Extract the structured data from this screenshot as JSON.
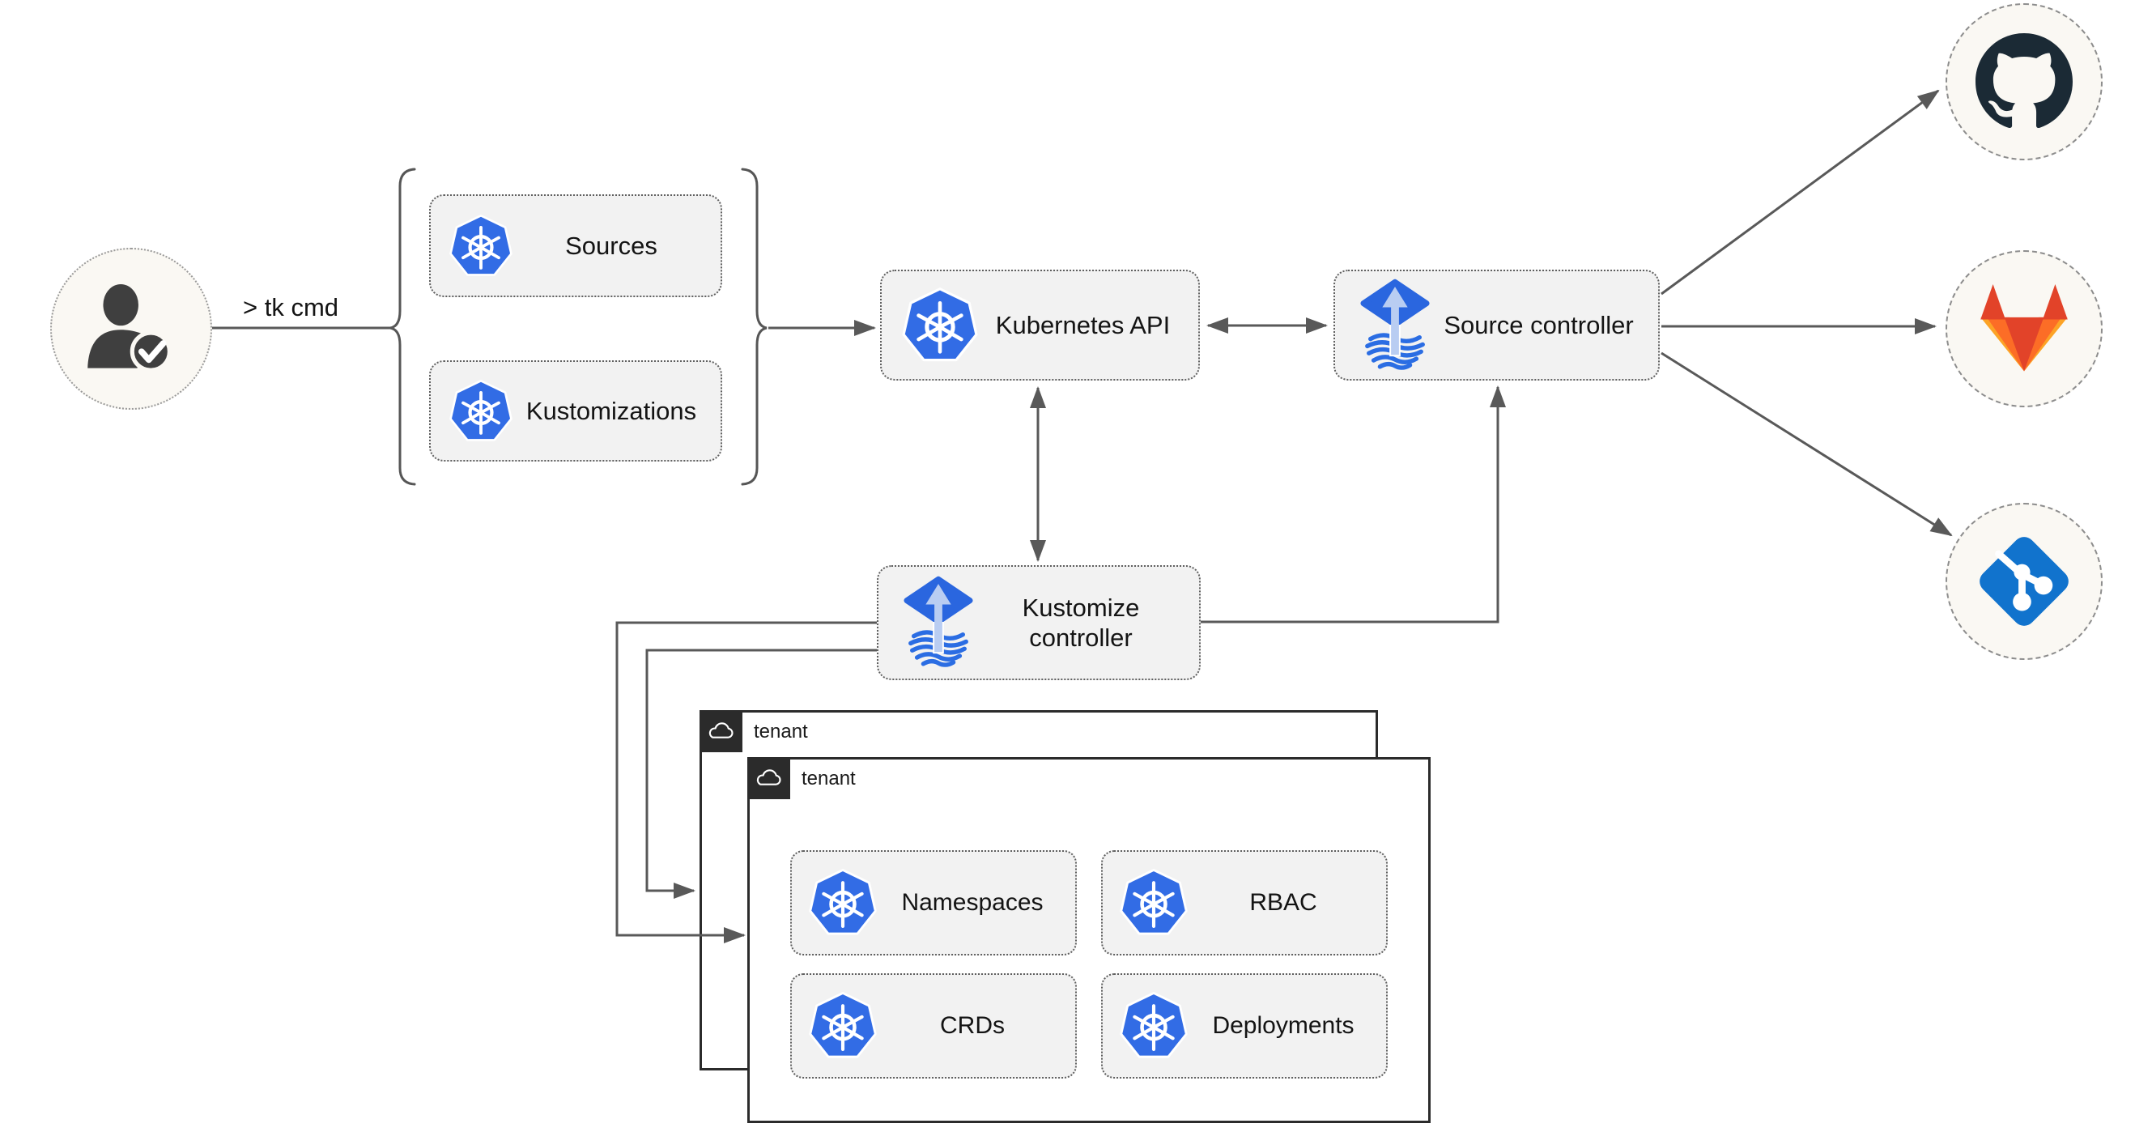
{
  "user": {
    "command_label": "> tk cmd"
  },
  "crd_group": {
    "items": [
      {
        "label": "Sources",
        "icon": "kubernetes-icon"
      },
      {
        "label": "Kustomizations",
        "icon": "kubernetes-icon"
      }
    ]
  },
  "cluster": {
    "kubernetes_api": {
      "label": "Kubernetes API",
      "icon": "kubernetes-icon"
    },
    "source_controller": {
      "label": "Source controller",
      "icon": "flux-icon"
    },
    "kustomize_controller": {
      "label": "Kustomize controller",
      "icon": "flux-icon"
    }
  },
  "tenants": [
    {
      "label": "tenant",
      "icon": "cloud-icon"
    },
    {
      "label": "tenant",
      "icon": "cloud-icon",
      "resources": [
        {
          "label": "Namespaces",
          "icon": "kubernetes-icon"
        },
        {
          "label": "RBAC",
          "icon": "kubernetes-icon"
        },
        {
          "label": "CRDs",
          "icon": "kubernetes-icon"
        },
        {
          "label": "Deployments",
          "icon": "kubernetes-icon"
        }
      ]
    }
  ],
  "git_providers": [
    {
      "name": "GitHub",
      "icon": "github-icon"
    },
    {
      "name": "GitLab",
      "icon": "gitlab-icon"
    },
    {
      "name": "Git",
      "icon": "git-icon"
    }
  ],
  "colors": {
    "k8s-blue": "#326ce5",
    "flux-blue": "#2a66df",
    "flux-light": "#b9cdf2",
    "wave-blue": "#2b6de3",
    "line-gray": "#595959",
    "box-fill": "#f2f2f2",
    "box-border": "#5f5f5f",
    "tenant-dark": "#2b2b2b",
    "github-dark": "#1b2a35",
    "git-blue": "#1173cd",
    "gitlab-red": "#e24329",
    "gitlab-orange": "#fc6d26",
    "gitlab-amber": "#fca326",
    "cream": "#faf8f3",
    "text-dark": "#141414",
    "person-gray": "#3f3f3f"
  }
}
